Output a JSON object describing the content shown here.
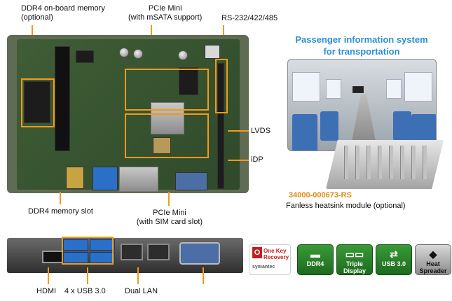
{
  "labels": {
    "ddr4_onboard_line1": "DDR4 on-board memory",
    "ddr4_onboard_line2": "(optional)",
    "pcie_msata_line1": "PCIe Mini",
    "pcie_msata_line2": "(with mSATA support)",
    "rs232": "RS-232/422/485",
    "lvds": "LVDS",
    "idp": "iDP",
    "ddr4_slot": "DDR4 memory slot",
    "pcie_sim_line1": "PCIe Mini",
    "pcie_sim_line2": "(with SIM card slot)",
    "hdmi": "HDMI",
    "usb": "4 x USB 3.0",
    "dual_lan": "Dual LAN"
  },
  "promo": {
    "title_line1": "Passenger information system",
    "title_line2": "for transportation",
    "part_number": "34000-000673-RS",
    "heatsink_caption": "Fanless heatsink module (optional)"
  },
  "badges": {
    "one_key_recovery_line1": "One Key",
    "one_key_recovery_line2": "Recovery",
    "one_key_vendor": "symantec",
    "ddr4": "DDR4",
    "triple_display_line1": "Triple",
    "triple_display_line2": "Display",
    "usb3": "USB 3.0",
    "heat_spreader": "Heat Spreader"
  },
  "colors": {
    "accent_orange": "#f39a1a",
    "title_blue": "#2e8fd6",
    "part_orange": "#e08a16",
    "badge_green": "#2a8a2a"
  }
}
